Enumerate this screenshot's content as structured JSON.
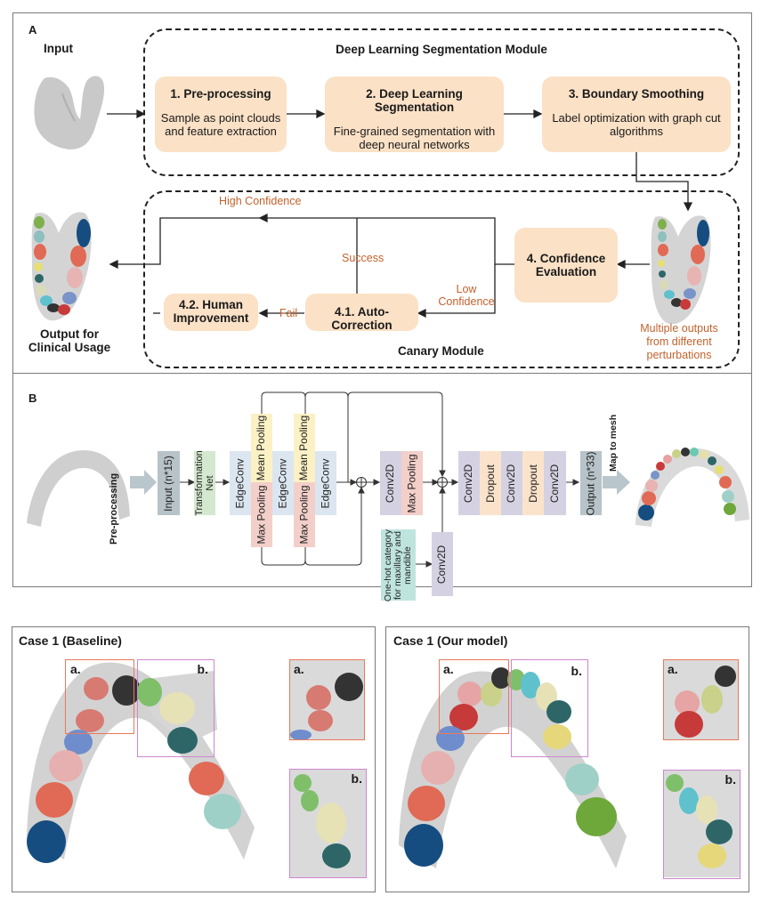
{
  "panel_a": {
    "letter": "A",
    "input_label": "Input",
    "dl_module_title": "Deep Learning Segmentation Module",
    "steps": [
      {
        "title": "1. Pre-processing",
        "desc_line1": "Sample as point clouds",
        "desc_line2": "and feature extraction"
      },
      {
        "title": "2. Deep Learning Segmentation",
        "desc_line1": "Fine-grained segmentation with",
        "desc_line2": "deep neural networks"
      },
      {
        "title": "3. Boundary Smoothing",
        "desc_line1": "Label optimization with graph cut",
        "desc_line2": "algorithms"
      }
    ],
    "canary_module_title": "Canary Module",
    "confidence_eval": {
      "line1": "4. Confidence",
      "line2": "Evaluation"
    },
    "auto_correction": "4.1. Auto-Correction",
    "human_improvement": {
      "line1": "4.2. Human",
      "line2": "Improvement"
    },
    "edge_labels": {
      "high_confidence": "High Confidence",
      "success": "Success",
      "low_confidence_1": "Low",
      "low_confidence_2": "Confidence",
      "fail": "Fail"
    },
    "multiple_outputs": {
      "line1": "Multiple outputs",
      "line2": "from different",
      "line3": "perturbations"
    },
    "output_label": {
      "line1": "Output for",
      "line2": "Clinical Usage"
    }
  },
  "panel_b": {
    "letter": "B",
    "pre_processing": "Pre-processing",
    "input_block": "Input (n*15)",
    "transformation_net_1": "Transformation",
    "transformation_net_2": "Net",
    "edgeconv": "EdgeConv",
    "mean_pooling": "Mean Pooling",
    "max_pooling": "Max Pooling",
    "conv2d": "Conv2D",
    "dropout": "Dropout",
    "one_hot_1": "One-hot category",
    "one_hot_2": "for maxillary and",
    "one_hot_3": "mandible",
    "output_block": "Output (n*33)",
    "map_to_mesh": "Map to mesh"
  },
  "cases": [
    {
      "title_bold": "Case 1",
      "title_rest": "(Baseline)",
      "zoom_a": "a.",
      "zoom_b": "b."
    },
    {
      "title_bold": "Case 1",
      "title_rest": "(Our model)",
      "zoom_a": "a.",
      "zoom_b": "b."
    }
  ],
  "colors": {
    "step_fill": "#fbe1c6",
    "edge_label": "#c2622c",
    "zoom_a_border": "#e8795a",
    "zoom_b_border": "#cf86cf",
    "edgeconv": "#dbe6f0",
    "mean_pool": "#fbf1c4",
    "max_pool": "#f3cfc9",
    "conv2d": "#d4d2e2",
    "dropout": "#fbe3cb",
    "input_block": "#b7c3c9",
    "trans_net": "#d4e8cf",
    "one_hot": "#bfe4de"
  }
}
